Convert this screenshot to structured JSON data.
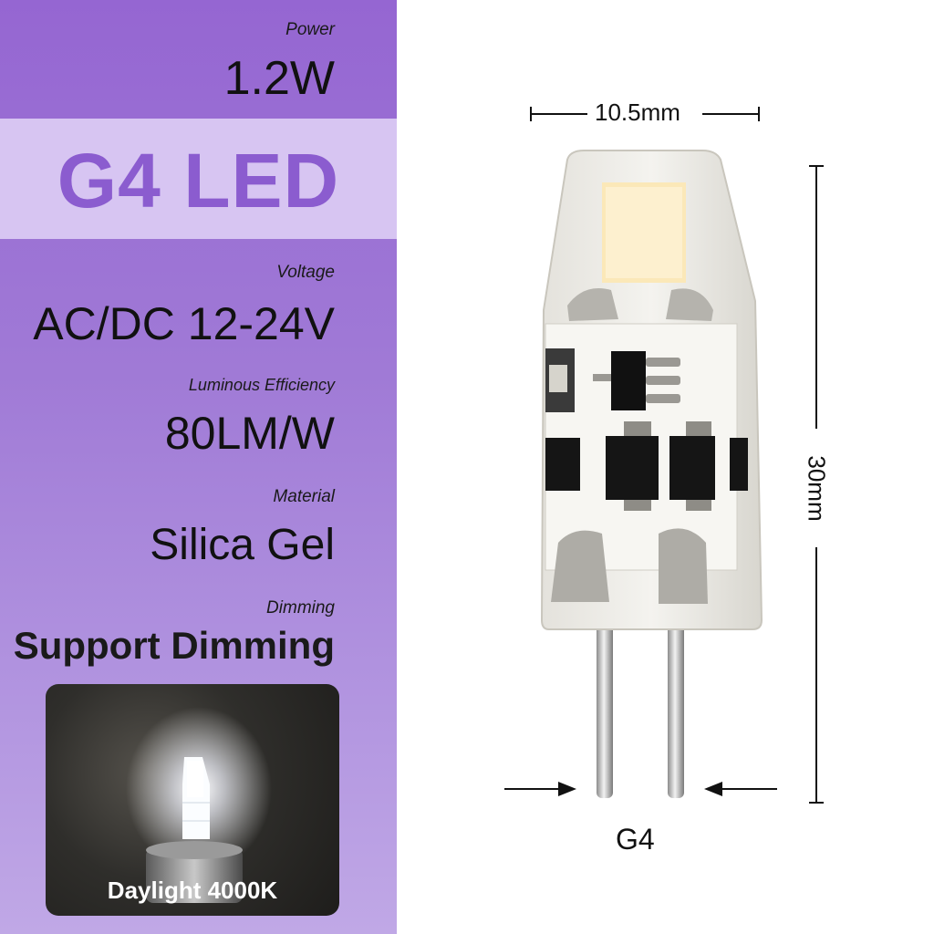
{
  "product": {
    "title": "G4 LED",
    "specs": [
      {
        "label": "Power",
        "value": "1.2W"
      },
      {
        "label": "Voltage",
        "value": "AC/DC 12-24V"
      },
      {
        "label": "Luminous Efficiency",
        "value": "80LM/W"
      },
      {
        "label": "Material",
        "value": "Silica Gel"
      },
      {
        "label": "Dimming",
        "value": "Support Dimming"
      }
    ],
    "photo_caption": "Daylight 4000K"
  },
  "dimensions": {
    "width": "10.5mm",
    "height": "30mm",
    "base": "G4"
  },
  "colors": {
    "panel_purple": "#9566d2",
    "band_lavender": "#d7c5f2",
    "title_purple": "#8b5ccf"
  }
}
